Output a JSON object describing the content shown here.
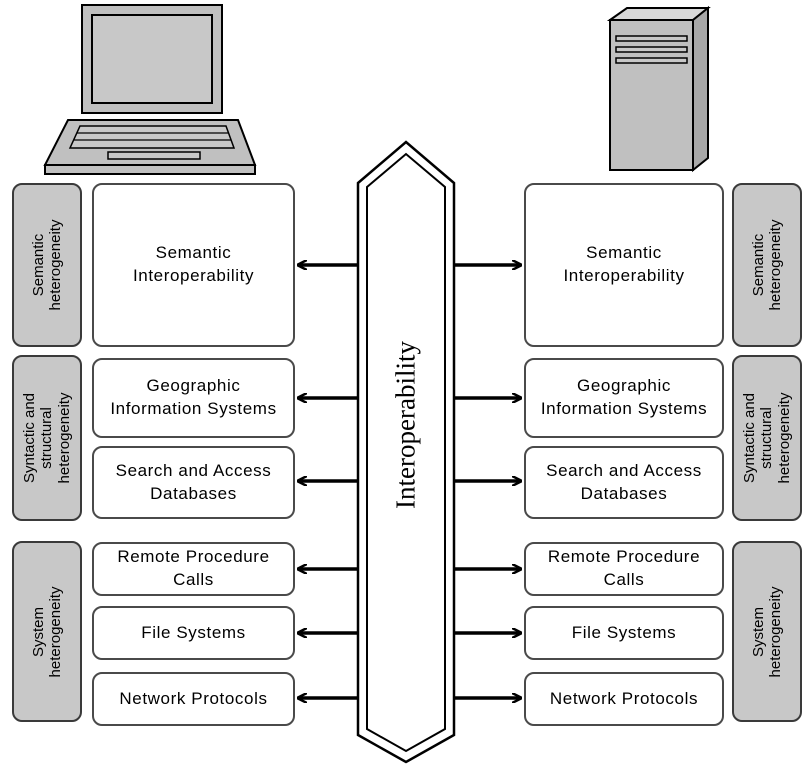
{
  "center_label": "Interoperability",
  "left_column": {
    "boxes": [
      {
        "text": "Semantic\nInteroperability"
      },
      {
        "text": "Geographic\nInformation Systems"
      },
      {
        "text": "Search and Access\nDatabases"
      },
      {
        "text": "Remote Procedure\nCalls"
      },
      {
        "text": "File Systems"
      },
      {
        "text": "Network Protocols"
      }
    ],
    "side_labels": [
      {
        "text": "Semantic\nheterogeneity"
      },
      {
        "text": "Syntactic and\nstructural\nheterogeneity"
      },
      {
        "text": "System\nheterogeneity"
      }
    ]
  },
  "right_column": {
    "boxes": [
      {
        "text": "Semantic\nInteroperability"
      },
      {
        "text": "Geographic\nInformation Systems"
      },
      {
        "text": "Search and Access\nDatabases"
      },
      {
        "text": "Remote Procedure\nCalls"
      },
      {
        "text": "File Systems"
      },
      {
        "text": "Network Protocols"
      }
    ],
    "side_labels": [
      {
        "text": "Semantic\nheterogeneity"
      },
      {
        "text": "Syntactic and\nstructural\nheterogeneity"
      },
      {
        "text": "System\nheterogeneity"
      }
    ]
  },
  "icons": {
    "left": "laptop-icon",
    "right": "server-tower-icon"
  },
  "colors": {
    "side_fill": "#c8c8c8",
    "device_fill": "#c0c0c0",
    "stroke": "#000000"
  }
}
